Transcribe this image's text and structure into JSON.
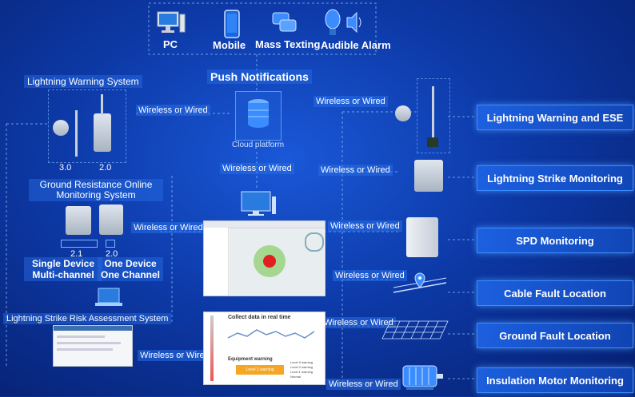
{
  "notify": {
    "pc": "PC",
    "mobile": "Mobile",
    "mass_texting": "Mass Texting",
    "audible_alarm": "Audible Alarm",
    "push_notifications": "Push Notifications",
    "cloud_platform": "Cloud platform"
  },
  "link_label": "Wireless or Wired",
  "left": {
    "lws_title": "Lightning Warning System",
    "v30": "3.0",
    "v20": "2.0",
    "grounding_title": "Ground Resistance Online Monitoring System",
    "v21": "2.1",
    "v20b": "2.0",
    "single_device": "Single Device Multi-channel",
    "one_device": "One Device One Channel",
    "risk_title": "Lightning Strike Risk Assessment System"
  },
  "center": {
    "realtime_title": "Collect data in real time",
    "equipment_warning": "Equipment warning",
    "level_warning": "Level 2 warning",
    "legend": [
      "Level 3 warning",
      "Level 2 warning",
      "Level 1 warning",
      "Normal"
    ]
  },
  "right": {
    "items": [
      "Lightning Warning and ESE",
      "Lightning Strike Monitoring",
      "SPD Monitoring",
      "Cable Fault Location",
      "Ground Fault Location",
      "Insulation Motor Monitoring"
    ]
  },
  "colors": {
    "accent": "#3a8cff",
    "warning": "#f5a623",
    "danger": "#e02020"
  }
}
